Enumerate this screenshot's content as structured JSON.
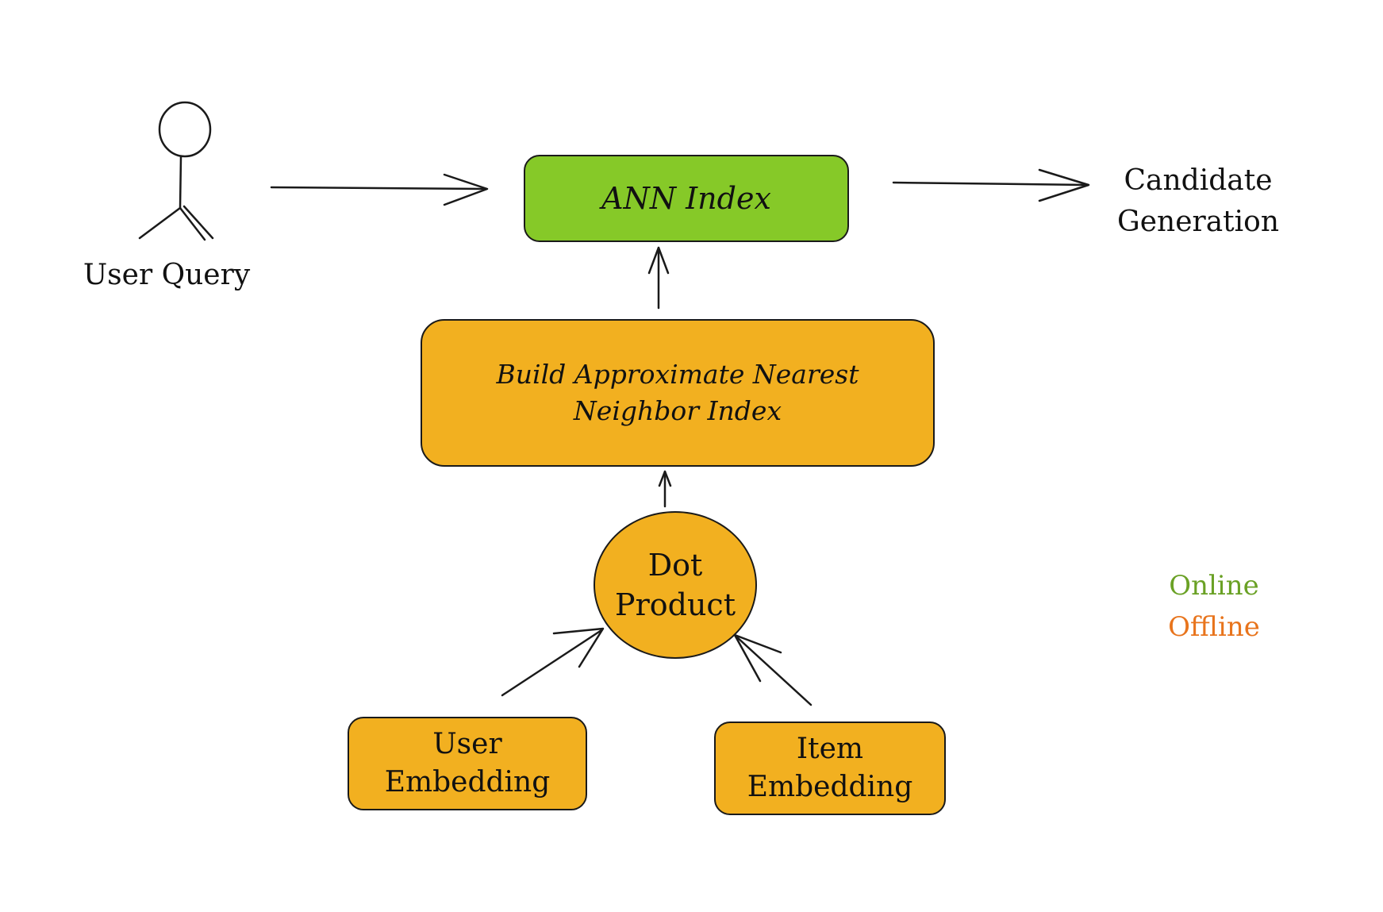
{
  "diagram": {
    "actor": {
      "label": "User Query",
      "icon": "stick-figure-icon"
    },
    "nodes": {
      "ann_index": {
        "label": "ANN Index",
        "color": "#86c928"
      },
      "build_index": {
        "label": "Build Approximate Nearest Neighbor Index",
        "color": "#f2b020"
      },
      "dot_product": {
        "label": "Dot Product",
        "color": "#f2b020"
      },
      "user_embedding": {
        "label": "User Embedding",
        "color": "#f2b020"
      },
      "item_embedding": {
        "label": "Item Embedding",
        "color": "#f2b020"
      }
    },
    "output": {
      "label": "Candidate Generation"
    },
    "legend": {
      "online": {
        "label": "Online",
        "color": "#6aa125"
      },
      "offline": {
        "label": "Offline",
        "color": "#e8741c"
      }
    },
    "edges": [
      {
        "from": "User Query",
        "to": "ANN Index"
      },
      {
        "from": "ANN Index",
        "to": "Candidate Generation"
      },
      {
        "from": "Build Approximate Nearest Neighbor Index",
        "to": "ANN Index"
      },
      {
        "from": "Dot Product",
        "to": "Build Approximate Nearest Neighbor Index"
      },
      {
        "from": "User Embedding",
        "to": "Dot Product"
      },
      {
        "from": "Item Embedding",
        "to": "Dot Product"
      }
    ]
  }
}
